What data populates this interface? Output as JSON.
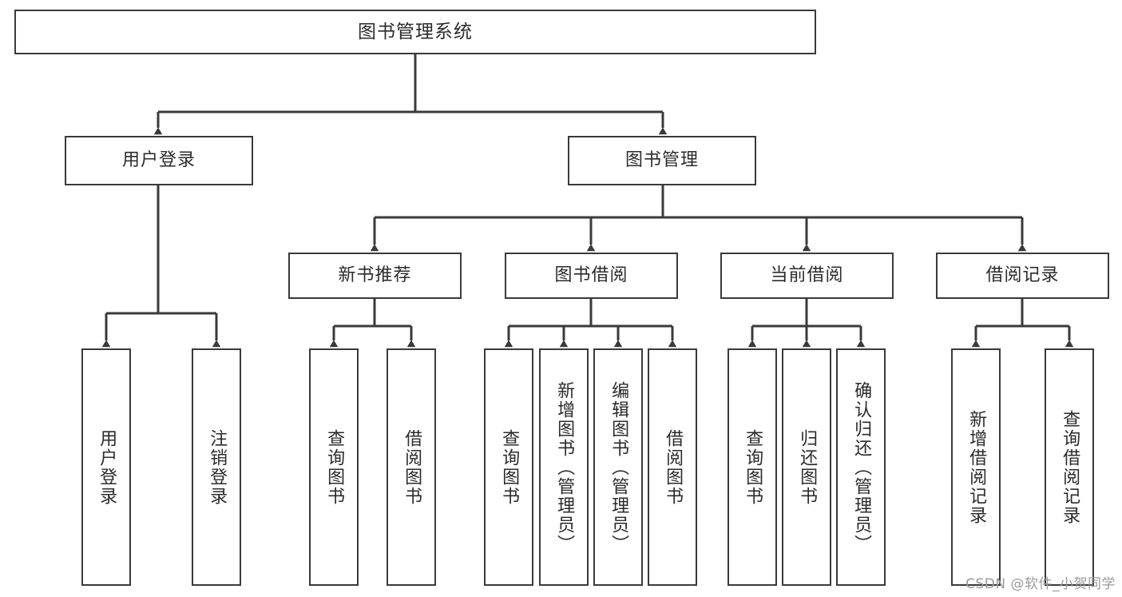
{
  "diagram": {
    "title": "图书管理系统",
    "watermark": "CSDN @软件_小贺同学",
    "line_color": "#3a3a3a",
    "box_fill": "#ffffff",
    "text_color": "#2b2b2b"
  },
  "nodes": {
    "root": {
      "label": "图书管理系统"
    },
    "level2": [
      {
        "label": "用户登录"
      },
      {
        "label": "图书管理"
      }
    ],
    "level3": [
      {
        "label": "新书推荐"
      },
      {
        "label": "图书借阅"
      },
      {
        "label": "当前借阅"
      },
      {
        "label": "借阅记录"
      }
    ],
    "leaves": [
      {
        "label": "用户登录"
      },
      {
        "label": "注销登录"
      },
      {
        "label": "查询图书"
      },
      {
        "label": "借阅图书"
      },
      {
        "label": "查询图书"
      },
      {
        "label": "新增图书（管理员）"
      },
      {
        "label": "编辑图书（管理员）"
      },
      {
        "label": "借阅图书"
      },
      {
        "label": "查询图书"
      },
      {
        "label": "归还图书"
      },
      {
        "label": "确认归还（管理员）"
      },
      {
        "label": "新增借阅记录"
      },
      {
        "label": "查询借阅记录"
      }
    ]
  },
  "chart_data": {
    "type": "diagram",
    "subtype": "tree-hierarchy",
    "title": "图书管理系统",
    "orientation": "top-down",
    "edge_style": "orthogonal-arrow",
    "tree": {
      "label": "图书管理系统",
      "children": [
        {
          "label": "用户登录",
          "children": [
            {
              "label": "用户登录"
            },
            {
              "label": "注销登录"
            }
          ]
        },
        {
          "label": "图书管理",
          "children": [
            {
              "label": "新书推荐",
              "children": [
                {
                  "label": "查询图书"
                },
                {
                  "label": "借阅图书"
                }
              ]
            },
            {
              "label": "图书借阅",
              "children": [
                {
                  "label": "查询图书"
                },
                {
                  "label": "新增图书（管理员）"
                },
                {
                  "label": "编辑图书（管理员）"
                },
                {
                  "label": "借阅图书"
                }
              ]
            },
            {
              "label": "当前借阅",
              "children": [
                {
                  "label": "查询图书"
                },
                {
                  "label": "归还图书"
                },
                {
                  "label": "确认归还（管理员）"
                }
              ]
            },
            {
              "label": "借阅记录",
              "children": [
                {
                  "label": "新增借阅记录"
                },
                {
                  "label": "查询借阅记录"
                }
              ]
            }
          ]
        }
      ]
    },
    "counts": {
      "levels": 4,
      "total_nodes": 20,
      "leaf_nodes": 13
    }
  }
}
